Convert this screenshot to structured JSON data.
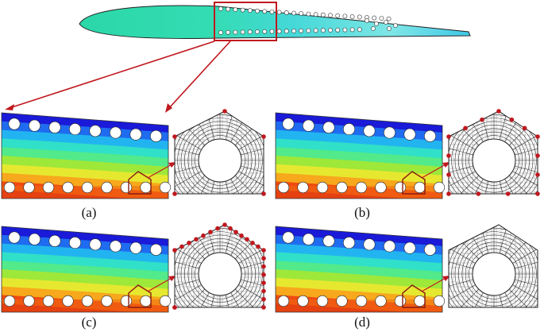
{
  "figure": {
    "panels": [
      {
        "id": "a",
        "label": "(a)",
        "boundary_nodes": "corners"
      },
      {
        "id": "b",
        "label": "(b)",
        "boundary_nodes": "sparse"
      },
      {
        "id": "c",
        "label": "(c)",
        "boundary_nodes": "dense"
      },
      {
        "id": "d",
        "label": "(d)",
        "boundary_nodes": "none"
      }
    ],
    "colors": {
      "callout": "#c0181e",
      "node": "#c0181e",
      "mesh_line": "#2a2a2a",
      "contour_scale": [
        "#1a1ad8",
        "#1f6cf0",
        "#22b4f0",
        "#30e0c8",
        "#52ea8a",
        "#9ee83a",
        "#e6e830",
        "#f7a81c",
        "#f04a10",
        "#d81010"
      ]
    },
    "airfoil": {
      "fill": "#2bd8a8",
      "accent": "#7fe6e6"
    }
  }
}
